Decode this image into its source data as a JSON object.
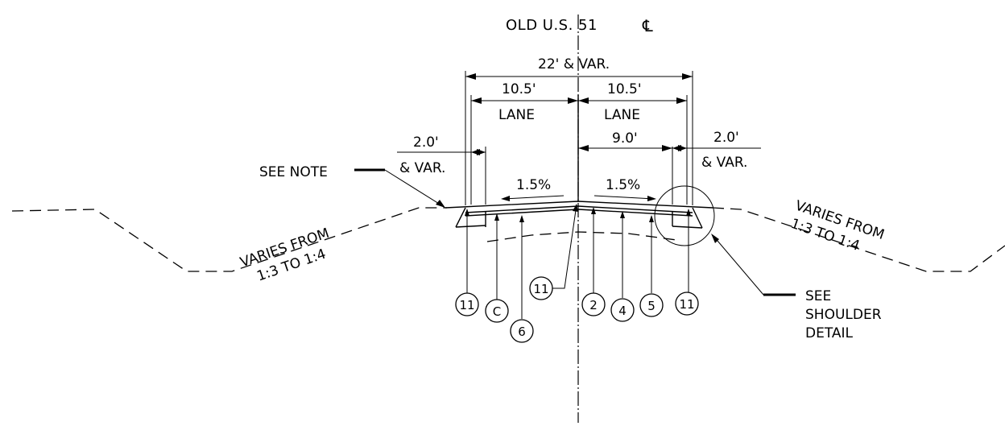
{
  "title": {
    "centerline": "OLD U.S. 51",
    "centerline_symbol": "℄"
  },
  "dimensions": {
    "overall": "22' & VAR.",
    "left_lane_width": "10.5'",
    "left_lane_label": "LANE",
    "right_lane_width": "10.5'",
    "right_lane_label": "LANE",
    "right_offset": "9.0'",
    "left_shoulder_width": "2.0'",
    "left_shoulder_var": "& VAR.",
    "right_shoulder_width": "2.0'",
    "right_shoulder_var": "& VAR."
  },
  "slopes": {
    "left": "1.5%",
    "right": "1.5%"
  },
  "side_slopes": {
    "left_line1": "VARIES FROM",
    "left_line2": "1:3 TO 1:4",
    "right_line1": "VARIES FROM",
    "right_line2": "1:3 TO 1:4"
  },
  "notes": {
    "see_note": "SEE NOTE",
    "shoulder_line1": "SEE",
    "shoulder_line2": "SHOULDER",
    "shoulder_line3": "DETAIL"
  },
  "callouts": {
    "c1": "11",
    "c2": "C",
    "c3": "6",
    "c4": "11",
    "c5": "2",
    "c6": "4",
    "c7": "5",
    "c8": "11"
  }
}
